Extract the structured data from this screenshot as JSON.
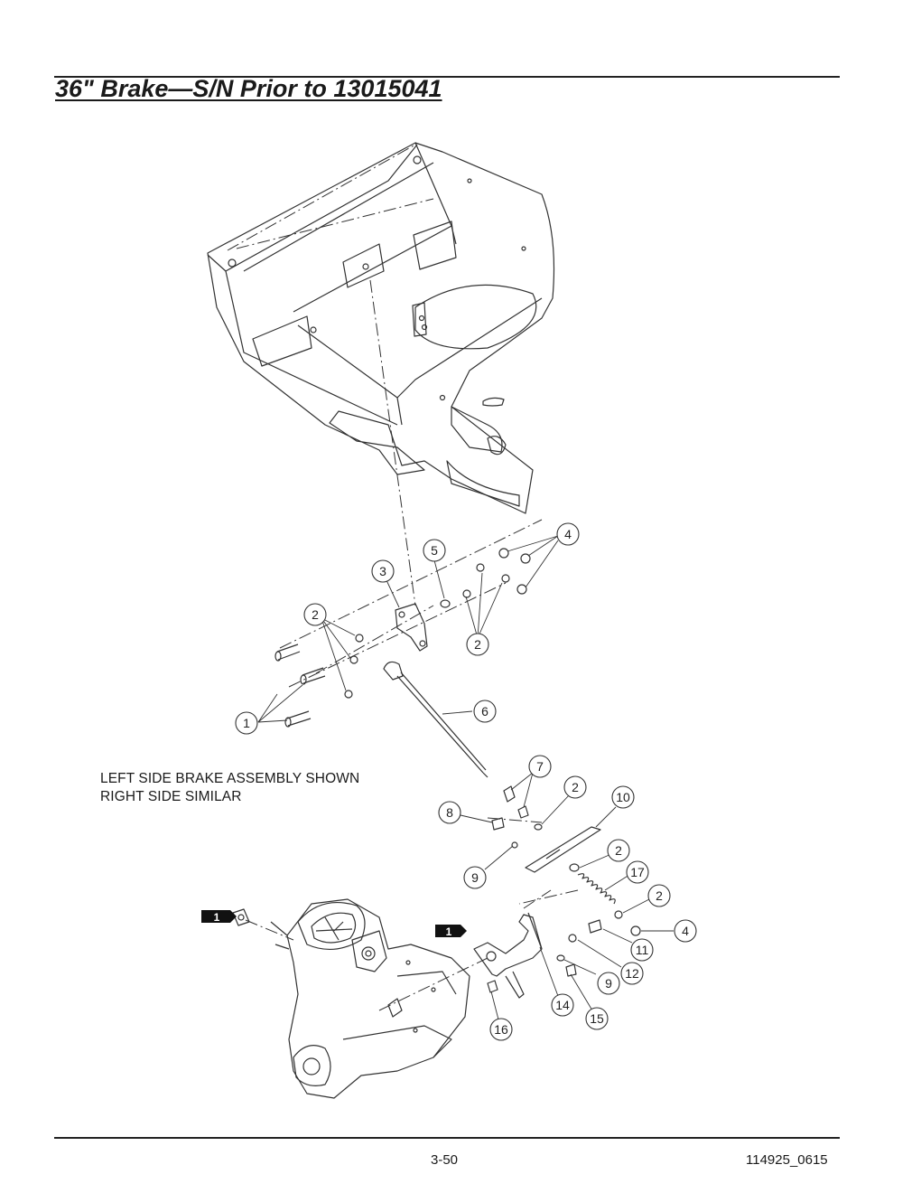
{
  "page": {
    "title": "36\" Brake—S/N Prior to 13015041",
    "note_line1": "LEFT SIDE BRAKE ASSEMBLY SHOWN",
    "note_line2": "RIGHT SIDE SIMILAR",
    "page_number": "3-50",
    "doc_code": "114925_0615"
  },
  "callouts": {
    "c1": "1",
    "c2a": "2",
    "c2b": "2",
    "c2c": "2",
    "c2d": "2",
    "c2e": "2",
    "c3": "3",
    "c4a": "4",
    "c4b": "4",
    "c5": "5",
    "c6": "6",
    "c7": "7",
    "c8": "8",
    "c9a": "9",
    "c9b": "9",
    "c10": "10",
    "c11": "11",
    "c12": "12",
    "c14": "14",
    "c15": "15",
    "c16": "16",
    "c17": "17"
  },
  "flags": {
    "f1a": "1",
    "f1b": "1"
  }
}
